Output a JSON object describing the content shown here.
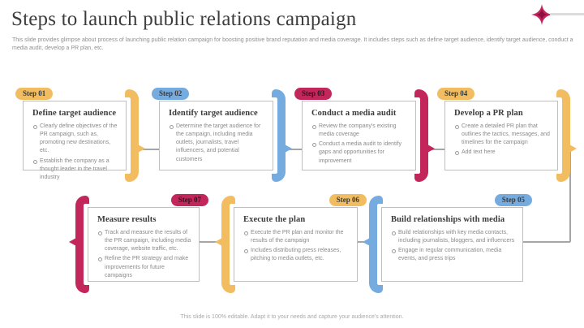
{
  "header": {
    "title": "Steps to launch public relations campaign",
    "subtitle": "This slide provides glimpse about process of launching public relation campaign for boosting positive brand reputation and media coverage. It includes steps such as define target audience, identify target audience, conduct a media audit, develop a PR plan, etc."
  },
  "footer": {
    "note": "This slide is 100% editable. Adapt it to your needs and capture your audience's attention."
  },
  "colors": {
    "yellow": "#F1BD60",
    "blue": "#76ABDF",
    "crimson": "#C2265B",
    "connector": "#A6A6A6",
    "card_border": "#BFBFBF",
    "sparkle": "#C2265B"
  },
  "icons": {
    "sparkle": "four-point-star"
  },
  "steps": [
    {
      "badge": "Step 01",
      "title": "Define target audience",
      "color": "yellow",
      "bullets": [
        "Clearly define objectives of the PR campaign, such as, promoting new destinations, etc.",
        "Establish the company as a thought leader in the travel industry"
      ]
    },
    {
      "badge": "Step 02",
      "title": "Identify target audience",
      "color": "blue",
      "bullets": [
        "Determine the target audience for the campaign, including media outlets, journalists, travel influencers, and potential customers"
      ]
    },
    {
      "badge": "Step 03",
      "title": "Conduct a media audit",
      "color": "crimson",
      "bullets": [
        "Review the company's existing media coverage",
        "Conduct a media audit to identify gaps and opportunities for improvement"
      ]
    },
    {
      "badge": "Step 04",
      "title": "Develop a PR plan",
      "color": "yellow",
      "bullets": [
        "Create a detailed PR plan that outlines the tactics, messages, and timelines for the campaign",
        "Add text here"
      ]
    },
    {
      "badge": "Step 05",
      "title": "Build relationships with media",
      "color": "blue",
      "bullets": [
        "Build relationships with key media contacts, including journalists, bloggers, and influencers",
        "Engage in regular communication, media events, and press trips"
      ]
    },
    {
      "badge": "Step 06",
      "title": "Execute the plan",
      "color": "yellow",
      "bullets": [
        "Execute the PR plan and monitor the results of the campaign",
        "Includes distributing press releases, pitching to media outlets, etc."
      ]
    },
    {
      "badge": "Step 07",
      "title": "Measure results",
      "color": "crimson",
      "bullets": [
        "Track and measure the results of the PR campaign, including media coverage, website traffic, etc.",
        "Refine the PR strategy and make improvements for future campaigns"
      ]
    }
  ]
}
